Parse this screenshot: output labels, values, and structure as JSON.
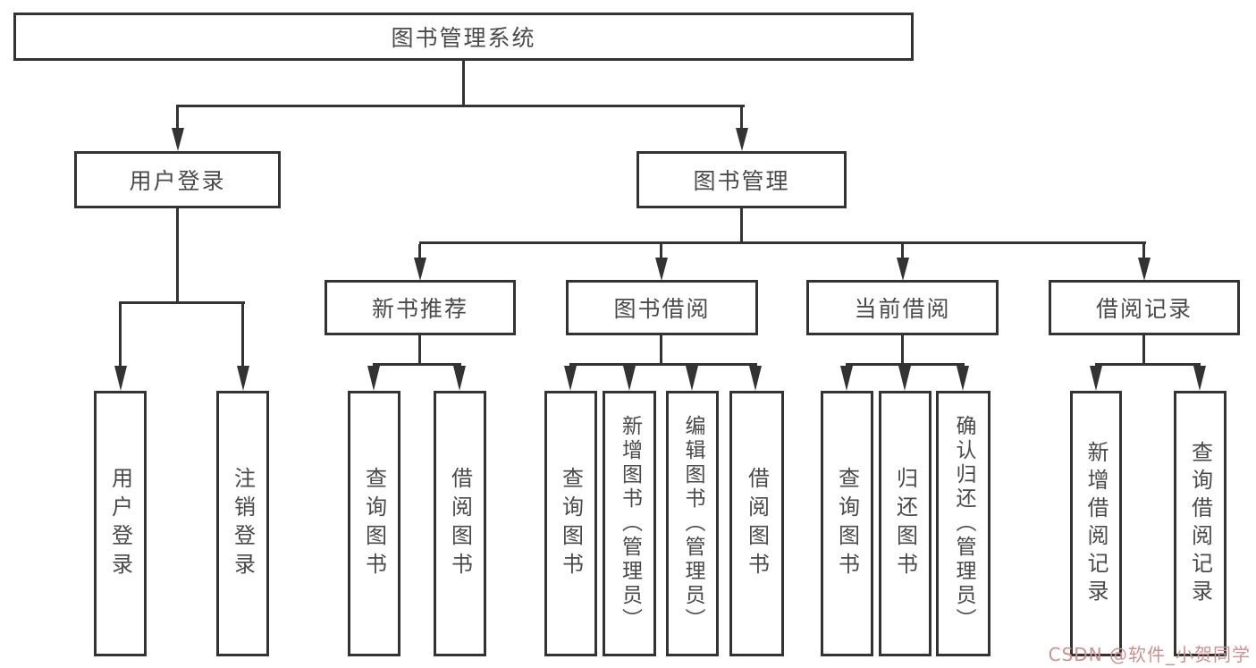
{
  "diagram": {
    "root": {
      "label": "图书管理系统"
    },
    "branches": [
      {
        "label": "用户登录",
        "children": [
          "用户登录",
          "注销登录"
        ]
      },
      {
        "label": "图书管理",
        "sections": [
          {
            "label": "新书推荐",
            "children": [
              "查询图书",
              "借阅图书"
            ]
          },
          {
            "label": "图书借阅",
            "children": [
              "查询图书",
              "新增图书（管理员）",
              "编辑图书（管理员）",
              "借阅图书"
            ]
          },
          {
            "label": "当前借阅",
            "children": [
              "查询图书",
              "归还图书",
              "确认归还（管理员）"
            ]
          },
          {
            "label": "借阅记录",
            "children": [
              "新增借阅记录",
              "查询借阅记录"
            ]
          }
        ]
      }
    ]
  },
  "watermark": {
    "text": "CSDN @软件_小贺同学"
  },
  "colors": {
    "line": "#333333",
    "text": "#4a4a4a",
    "background": "#ffffff",
    "watermark": "#cf9090"
  }
}
